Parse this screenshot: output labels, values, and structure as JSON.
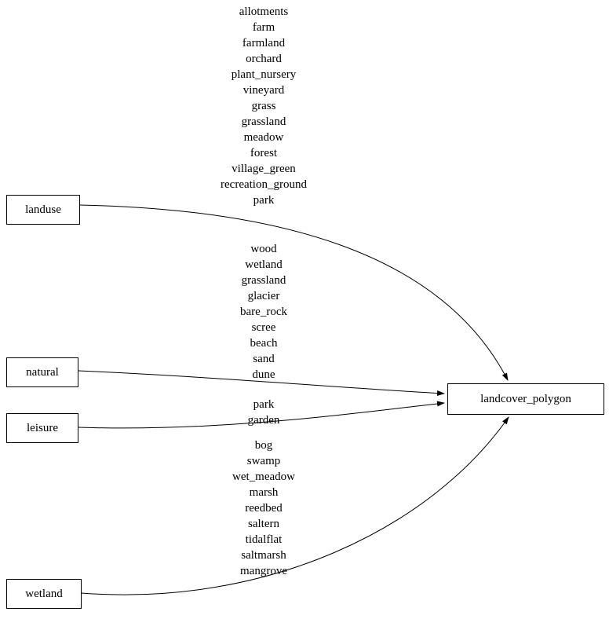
{
  "diagram": {
    "target": {
      "label": "landcover_polygon"
    },
    "sources": [
      {
        "label": "landuse",
        "values": [
          "allotments",
          "farm",
          "farmland",
          "orchard",
          "plant_nursery",
          "vineyard",
          "grass",
          "grassland",
          "meadow",
          "forest",
          "village_green",
          "recreation_ground",
          "park"
        ]
      },
      {
        "label": "natural",
        "values": [
          "wood",
          "wetland",
          "grassland",
          "glacier",
          "bare_rock",
          "scree",
          "beach",
          "sand",
          "dune"
        ]
      },
      {
        "label": "leisure",
        "values": [
          "park",
          "garden"
        ]
      },
      {
        "label": "wetland",
        "values": [
          "bog",
          "swamp",
          "wet_meadow",
          "marsh",
          "reedbed",
          "saltern",
          "tidalflat",
          "saltmarsh",
          "mangrove"
        ]
      }
    ],
    "colors": {
      "stroke": "#000000",
      "background": "#ffffff"
    }
  }
}
